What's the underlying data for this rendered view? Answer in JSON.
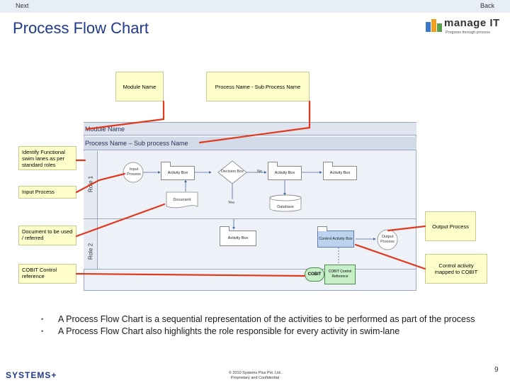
{
  "nav": {
    "next": "Next",
    "back": "Back"
  },
  "title": "Process Flow Chart",
  "logo": {
    "word": "manage IT",
    "tagline": "Progress through process"
  },
  "labels": {
    "module_name": "Module Name",
    "process_name": "Process Name - Sub Process Name"
  },
  "annotations": {
    "swim_lanes": "Identify Functional swim lanes as per standard roles",
    "input_process": "Input Process",
    "document": "Document to be used / referred",
    "cobit_ref": "COBIT Control reference",
    "output_process": "Output Process",
    "control_activity": "Control activity mapped to COBIT"
  },
  "diagram": {
    "module_name": "Module Name",
    "process_name": "Process Name – Sub process Name",
    "role1": "Role 1",
    "role2": "Role 2",
    "input_process": "Input Process",
    "activity_box": "Activity Box",
    "decision_box": "Decision Box",
    "no": "No",
    "yes": "Yes",
    "document": "Document",
    "database": "Database",
    "control_activity_box": "Control Activity Box",
    "output_process": "Output Process",
    "cobit": "COBIT",
    "cobit_control_reference": "COBIT Control Reference"
  },
  "bullets": [
    "A Process Flow Chart is a sequential representation of the activities to be performed as part of the process",
    "A Process Flow Chart also highlights the role responsible for every activity in swim-lane"
  ],
  "footer": {
    "copyright": "© 2010 Systems Plus Pvt. Ltd.",
    "confidential": "Proprietary and Confidential",
    "brand": "SYSTEMS+",
    "page": "9"
  },
  "colors": {
    "accent": "#1f3a8a",
    "callout": "#ffffcc",
    "connector": "#e03a1e",
    "control_box": "#bcd2ee",
    "cobit": "#c8f0c8"
  }
}
